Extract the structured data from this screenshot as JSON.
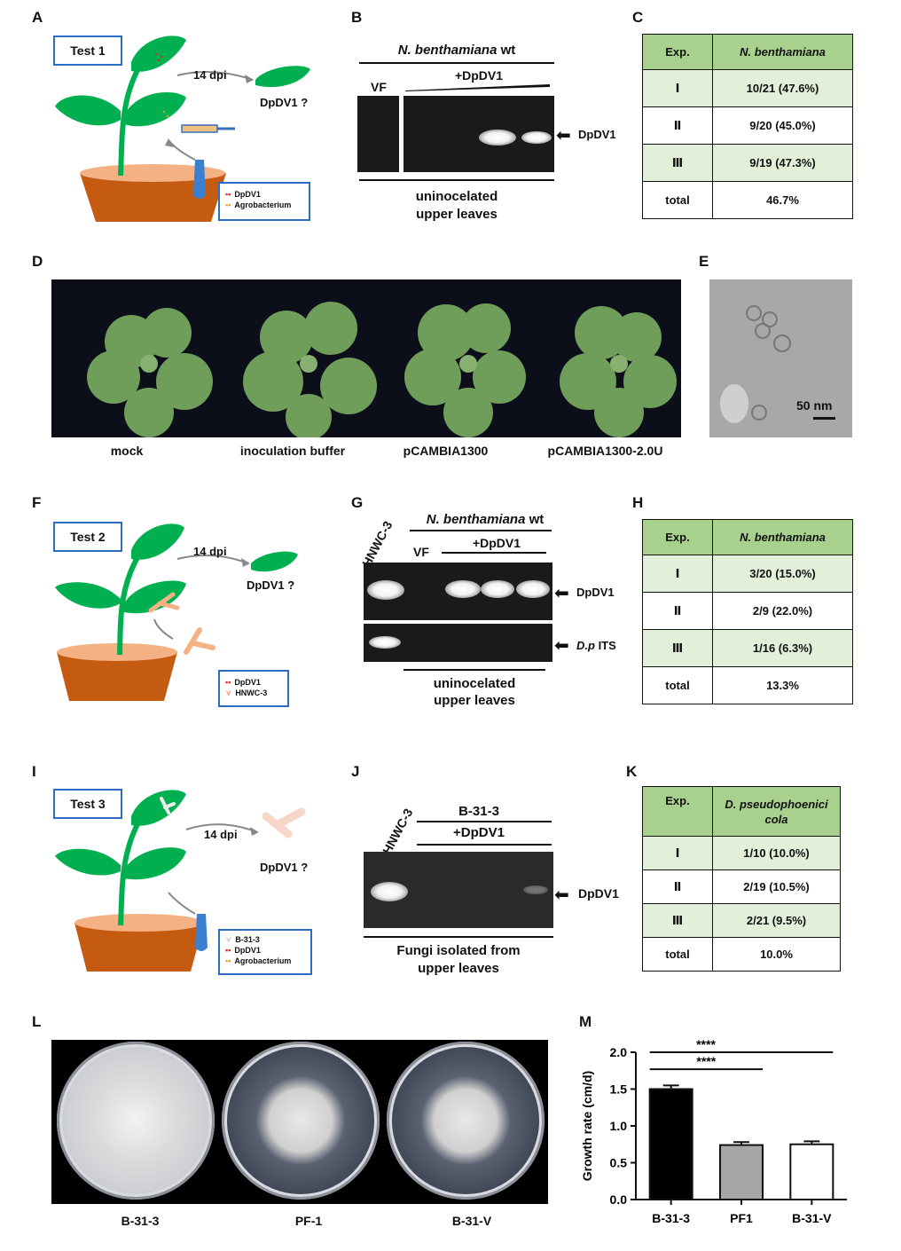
{
  "panels": {
    "A": {
      "label": "A",
      "test": "Test 1",
      "dpi": "14 dpi",
      "question": "DpDV1 ?",
      "legend": [
        "DpDV1",
        "Agrobacterium"
      ]
    },
    "B": {
      "label": "B",
      "host_prefix": "N. benthamiana",
      "host_suffix": " wt",
      "lane_vf": "VF",
      "treatment": "+DpDV1",
      "band": "DpDV1",
      "caption_line1": "uninocelated",
      "caption_line2": "upper leaves"
    },
    "C": {
      "label": "C",
      "header": [
        "Exp.",
        "N. benthamiana"
      ],
      "rows": [
        [
          "Ⅰ",
          "10/21 (47.6%)"
        ],
        [
          "Ⅱ",
          "9/20 (45.0%)"
        ],
        [
          "Ⅲ",
          "9/19 (47.3%)"
        ],
        [
          "total",
          "46.7%"
        ]
      ]
    },
    "D": {
      "label": "D",
      "captions": [
        "mock",
        "inoculation buffer",
        "pCAMBIA1300",
        "pCAMBIA1300-2.0U"
      ]
    },
    "E": {
      "label": "E",
      "scale": "50 nm"
    },
    "F": {
      "label": "F",
      "test": "Test 2",
      "dpi": "14 dpi",
      "question": "DpDV1 ?",
      "legend": [
        "DpDV1",
        "HNWC-3"
      ]
    },
    "G": {
      "label": "G",
      "lane_ctrl": "HNWC-3",
      "host_prefix": "N. benthamiana",
      "host_suffix": " wt",
      "lane_vf": "VF",
      "treatment": "+DpDV1",
      "band1": "DpDV1",
      "band2_it": "D.p",
      "band2": " ITS",
      "caption_line1": "uninocelated",
      "caption_line2": "upper leaves"
    },
    "H": {
      "label": "H",
      "header": [
        "Exp.",
        "N. benthamiana"
      ],
      "rows": [
        [
          "Ⅰ",
          "3/20 (15.0%)"
        ],
        [
          "Ⅱ",
          "2/9 (22.0%)"
        ],
        [
          "Ⅲ",
          "1/16 (6.3%)"
        ],
        [
          "total",
          "13.3%"
        ]
      ]
    },
    "I": {
      "label": "I",
      "test": "Test 3",
      "dpi": "14 dpi",
      "question": "DpDV1 ?",
      "legend": [
        "B-31-3",
        "DpDV1",
        "Agrobacterium"
      ]
    },
    "J": {
      "label": "J",
      "lane_ctrl": "HNWC-3",
      "strain": "B-31-3",
      "treatment": "+DpDV1",
      "band": "DpDV1",
      "caption_line1": "Fungi isolated from",
      "caption_line2": "upper leaves"
    },
    "K": {
      "label": "K",
      "header": [
        "Exp.",
        "D. pseudophoenici cola"
      ],
      "rows": [
        [
          "Ⅰ",
          "1/10 (10.0%)"
        ],
        [
          "Ⅱ",
          "2/19 (10.5%)"
        ],
        [
          "Ⅲ",
          "2/21 (9.5%)"
        ],
        [
          "total",
          "10.0%"
        ]
      ]
    },
    "L": {
      "label": "L",
      "captions": [
        "B-31-3",
        "PF-1",
        "B-31-V"
      ]
    },
    "M": {
      "label": "M"
    }
  },
  "chart_data": {
    "type": "bar",
    "ylabel": "Growth rate (cm/d)",
    "categories": [
      "B-31-3",
      "PF1",
      "B-31-V"
    ],
    "values": [
      1.5,
      0.74,
      0.75
    ],
    "errors": [
      0.05,
      0.04,
      0.04
    ],
    "fills": [
      "#000000",
      "#a6a6a6",
      "#ffffff"
    ],
    "ylim": [
      0,
      2.0
    ],
    "yticks": [
      "0.0",
      "0.5",
      "1.0",
      "1.5",
      "2.0"
    ],
    "significance": [
      {
        "from": 0,
        "to": 1,
        "label": "****"
      },
      {
        "from": 0,
        "to": 2,
        "label": "****"
      }
    ]
  }
}
